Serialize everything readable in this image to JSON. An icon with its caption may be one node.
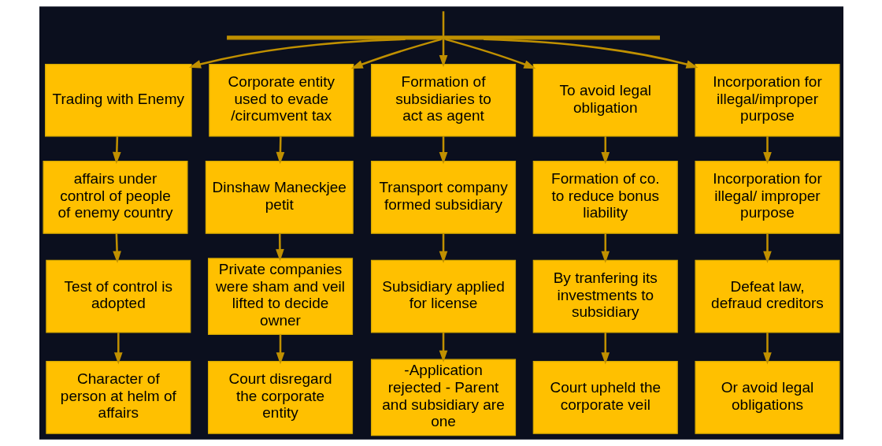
{
  "diagram": {
    "nodes": [
      {
        "text": [
          "Trading with Enemy"
        ]
      },
      {
        "text": [
          "Corporate entity used to evade /circumvent tax"
        ]
      },
      {
        "text": [
          "Formation of subsidiaries to act as agent"
        ]
      },
      {
        "text": [
          "To avoid legal obligation"
        ]
      },
      {
        "text": [
          "Incorporation for illegal/improper purpose"
        ]
      },
      {
        "text": [
          "affairs under control of people of enemy country"
        ]
      },
      {
        "text": [
          "Dinshaw Maneckjee petit"
        ]
      },
      {
        "text": [
          "Transport company formed subsidiary"
        ]
      },
      {
        "text": [
          "Formation of co. to reduce bonus liability"
        ]
      },
      {
        "text": [
          "Incorporation for illegal/ improper purpose"
        ]
      },
      {
        "text": [
          "Test of control is adopted"
        ]
      },
      {
        "text": [
          "Private companies were sham and veil lifted to decide owner"
        ]
      },
      {
        "text": [
          "Subsidiary applied for license"
        ]
      },
      {
        "text": [
          "By tranfering its investments to subsidiary"
        ]
      },
      {
        "text": [
          "Defeat law, defraud creditors"
        ]
      },
      {
        "text": [
          "Character of person at helm of affairs"
        ]
      },
      {
        "text": [
          "Court disregard the corporate entity"
        ]
      },
      {
        "text": [
          "-Application rejected - Parent and subsidiary are one"
        ]
      },
      {
        "text": [
          "Court upheld the corporate veil"
        ]
      },
      {
        "text": [
          "Or avoid legal obligations"
        ]
      },
      {
        "text": [],
        "shape": "bar"
      }
    ],
    "edges": [
      {
        "from": null,
        "to": 20,
        "arrow": "none"
      },
      {
        "from": 20,
        "to": 0,
        "arrow": "to"
      },
      {
        "from": 20,
        "to": 1,
        "arrow": "to"
      },
      {
        "from": 20,
        "to": 2,
        "arrow": "to"
      },
      {
        "from": 20,
        "to": 3,
        "arrow": "to"
      },
      {
        "from": 20,
        "to": 4,
        "arrow": "to"
      },
      {
        "from": 0,
        "to": 5,
        "arrow": "to"
      },
      {
        "from": 5,
        "to": 10,
        "arrow": "to"
      },
      {
        "from": 10,
        "to": 15,
        "arrow": "to"
      },
      {
        "from": 1,
        "to": 6,
        "arrow": "to"
      },
      {
        "from": 6,
        "to": 11,
        "arrow": "to"
      },
      {
        "from": 11,
        "to": 16,
        "arrow": "to"
      },
      {
        "from": 2,
        "to": 7,
        "arrow": "to"
      },
      {
        "from": 7,
        "to": 12,
        "arrow": "to"
      },
      {
        "from": 12,
        "to": 17,
        "arrow": "to"
      },
      {
        "from": 3,
        "to": 8,
        "arrow": "to"
      },
      {
        "from": 8,
        "to": 13,
        "arrow": "to"
      },
      {
        "from": 13,
        "to": 18,
        "arrow": "to"
      },
      {
        "from": 4,
        "to": 9,
        "arrow": "to"
      },
      {
        "from": 9,
        "to": 14,
        "arrow": "to"
      },
      {
        "from": 14,
        "to": 19,
        "arrow": "to"
      }
    ]
  }
}
